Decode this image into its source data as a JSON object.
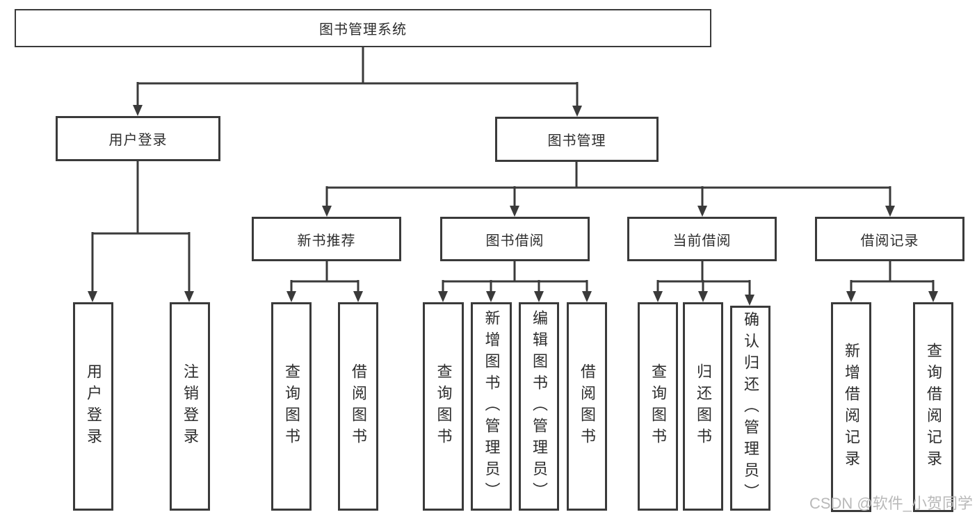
{
  "tree": {
    "root": {
      "label": "图书管理系统"
    },
    "children": [
      {
        "label": "用户登录",
        "children": [
          {
            "label": "用户登录"
          },
          {
            "label": "注销登录"
          }
        ]
      },
      {
        "label": "图书管理",
        "children": [
          {
            "label": "新书推荐",
            "children": [
              {
                "label": "查询图书"
              },
              {
                "label": "借阅图书"
              }
            ]
          },
          {
            "label": "图书借阅",
            "children": [
              {
                "label": "查询图书"
              },
              {
                "label": "新增图书（管理员）"
              },
              {
                "label": "编辑图书（管理员）"
              },
              {
                "label": "借阅图书"
              }
            ]
          },
          {
            "label": "当前借阅",
            "children": [
              {
                "label": "查询图书"
              },
              {
                "label": "归还图书"
              },
              {
                "label": "确认归还（管理员）"
              }
            ]
          },
          {
            "label": "借阅记录",
            "children": [
              {
                "label": "新增借阅记录"
              },
              {
                "label": "查询借阅记录"
              }
            ]
          }
        ]
      }
    ]
  },
  "watermark": {
    "text": "CSDN @软件_小贺同学"
  },
  "colors": {
    "line": "#3a3a3a",
    "text": "#2d2d2d",
    "watermark": "#b9b9b9",
    "background": "#ffffff"
  }
}
